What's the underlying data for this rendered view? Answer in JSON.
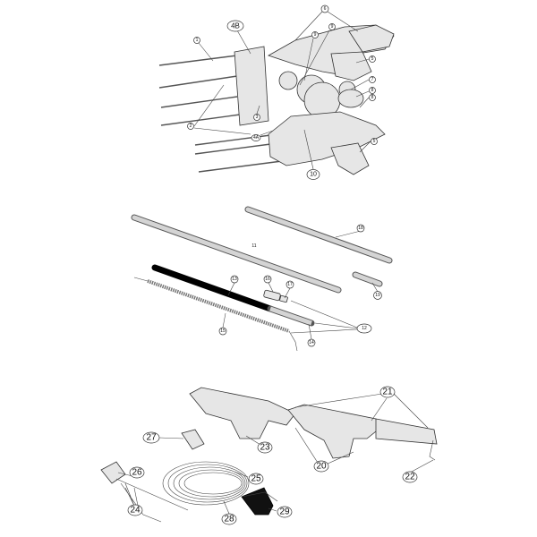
{
  "diagram": {
    "top_assembly": {
      "callouts": [
        "1",
        "4B",
        "6",
        "9",
        "9",
        "5",
        "7",
        "8",
        "8",
        "2",
        "3",
        "4A",
        "10",
        "5"
      ]
    },
    "middle_parts": {
      "callouts": [
        "11",
        "18",
        "13",
        "16",
        "17",
        "19",
        "15",
        "14",
        "12"
      ]
    },
    "bottom_assembly": {
      "callouts": [
        "21",
        "27",
        "23",
        "25",
        "20",
        "22",
        "26",
        "24",
        "28",
        "29"
      ]
    }
  }
}
